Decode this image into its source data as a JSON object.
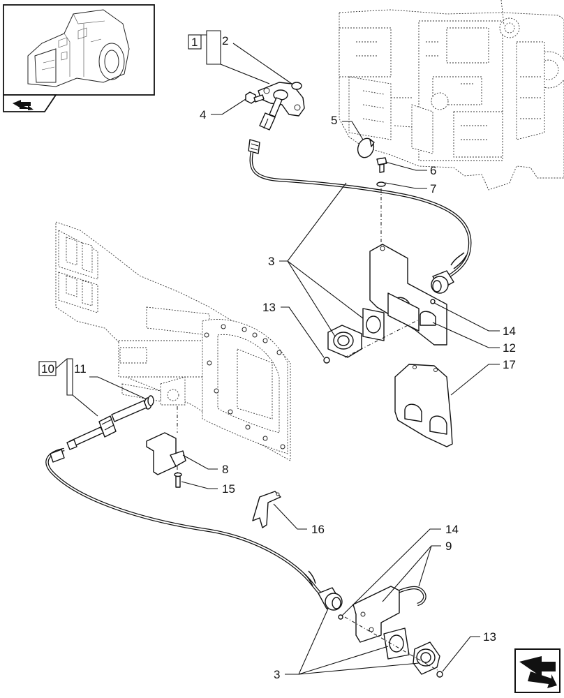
{
  "callouts": {
    "c1": "1",
    "c2": "2",
    "c3a": "3",
    "c3b": "3",
    "c4": "4",
    "c5": "5",
    "c6": "6",
    "c7": "7",
    "c8": "8",
    "c9": "9",
    "c10": "10",
    "c11": "11",
    "c12": "12",
    "c13a": "13",
    "c13b": "13",
    "c14a": "14",
    "c14b": "14",
    "c15": "15",
    "c16": "16",
    "c17": "17"
  },
  "icons": {
    "thumbnail": "transmission-housing-thumbnail",
    "thumb_arrow": "previous-page-arrow-icon",
    "nav": "next-page-arrow-icon"
  }
}
